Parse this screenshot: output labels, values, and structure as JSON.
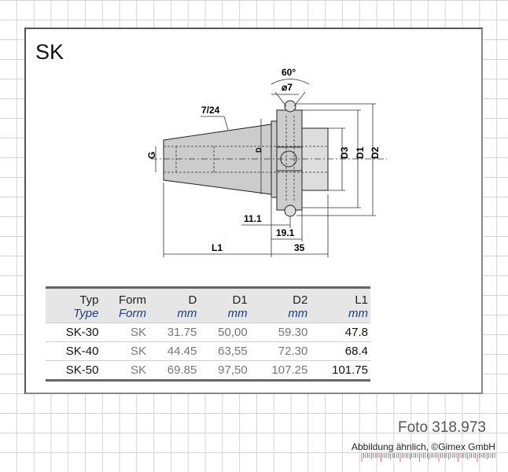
{
  "title": "SK",
  "drawing": {
    "angle": "60°",
    "hole": "⌀7",
    "taper": "7/24",
    "G": "G",
    "D": "D",
    "D3": "D3",
    "D1": "D1",
    "D2": "D2",
    "dim1": "11.1",
    "dim2": "19.1",
    "L1": "L1",
    "dim3": "35"
  },
  "table": {
    "headers": [
      "Typ",
      "Form",
      "D",
      "D1",
      "D2",
      "L1"
    ],
    "subheaders": [
      "Type",
      "Form",
      "mm",
      "mm",
      "mm",
      "mm"
    ],
    "rows": [
      [
        "SK-30",
        "SK",
        "31.75",
        "50,00",
        "59.30",
        "47.8"
      ],
      [
        "SK-40",
        "SK",
        "44.45",
        "63,55",
        "72.30",
        "68.4"
      ],
      [
        "SK-50",
        "SK",
        "69.85",
        "97,50",
        "107.25",
        "101.75"
      ]
    ]
  },
  "footer": {
    "photo": "Foto 318.973",
    "copyright": "Abbildung ähnlich, ©Gimex GmbH"
  }
}
